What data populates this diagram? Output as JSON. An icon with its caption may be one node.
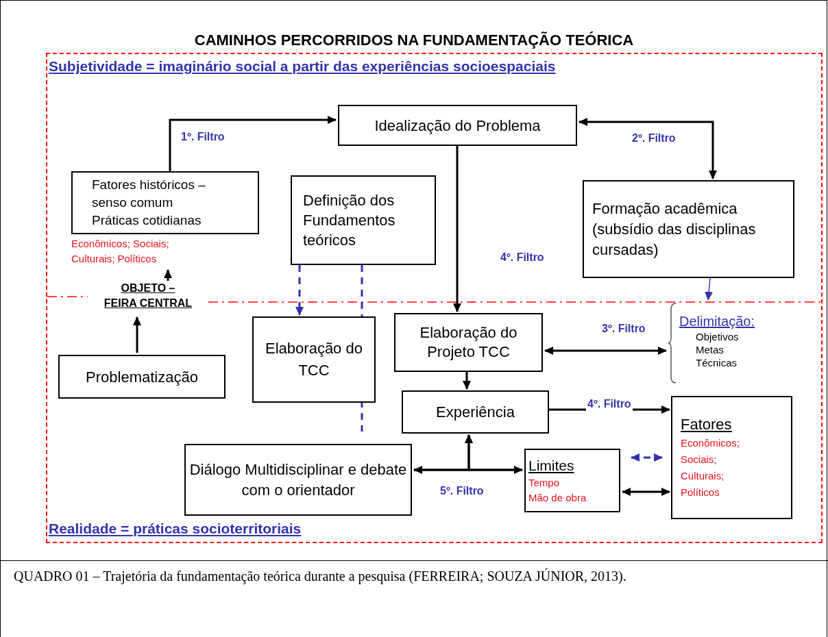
{
  "diagram": {
    "title": "CAMINHOS PERCORRIDOS NA FUNDAMENTAÇÃO TEÓRICA",
    "caption": "QUADRO 01 – Trajetória da fundamentação teórica durante a pesquisa (FERREIRA; SOUZA JÚNIOR, 2013).",
    "nodes": [
      {
        "text": [
          "Subjetividade = imaginário social a partir das experiências socioespaciais",
          "Realidade = práticas socioterritoriais"
        ]
      },
      {
        "text": [
          "Idealização do Problema"
        ],
        "in": 0
      },
      {
        "text": [
          "Fatores históricos – senso comum",
          "Práticas cotidianas"
        ],
        "in": 0
      },
      {
        "text": [
          "Econômicos; Sociais; Culturais; Políticos"
        ],
        "in": 0
      },
      {
        "text": [
          "Definição dos Fundamentos teóricos"
        ],
        "in": 0
      },
      {
        "text": [
          "Formação acadêmica (subsídio das disciplinas cursadas)"
        ],
        "in": 0
      },
      {
        "text": [
          "OBJETO –",
          "FEIRA CENTRAL"
        ],
        "in": 0
      },
      {
        "text": [
          "Problematização"
        ],
        "in": 0
      },
      {
        "text": [
          "Elaboração do TCC"
        ],
        "in": 0
      },
      {
        "text": [
          "Elaboração do Projeto TCC"
        ],
        "in": 0
      },
      {
        "text": [
          "Delimitação:",
          "Objetivos",
          "Metas",
          "Técnicas"
        ],
        "in": 0
      },
      {
        "text": [
          "Experiência"
        ],
        "in": 0
      },
      {
        "text": [
          "Diálogo Multidisciplinar e debate com o orientador"
        ],
        "in": 0
      },
      {
        "text": [
          "Limites",
          "Tempo",
          "Mão de obra"
        ],
        "in": 0
      },
      {
        "text": [
          "Fatores",
          "Econômicos;",
          "Sociais;",
          "Culturais;",
          "Políticos"
        ],
        "in": 0
      }
    ],
    "edges": [
      {
        "from": 2,
        "to": 1,
        "arrow": "to",
        "label": "1º. Filtro"
      },
      {
        "from": 1,
        "to": 5,
        "arrow": "both",
        "label": "2º. Filtro"
      },
      {
        "from": 1,
        "to": 9,
        "arrow": "to"
      },
      {
        "from": 5,
        "to": 10,
        "arrow": "to",
        "color": "#3333aa"
      },
      {
        "from": 6,
        "to": 3,
        "arrow": "to"
      },
      {
        "from": 7,
        "to": 6,
        "arrow": "to"
      },
      {
        "from": 4,
        "to": 8,
        "arrow": "to",
        "style": "dashed",
        "color": "#3333aa"
      },
      {
        "from": 4,
        "to": null,
        "arrow": "none",
        "style": "dashed",
        "color": "#3333aa"
      },
      {
        "from": 9,
        "to": 10,
        "arrow": "both"
      },
      {
        "from": 9,
        "to": 11,
        "arrow": "to"
      },
      {
        "from": 11,
        "to": 14,
        "arrow": "to",
        "label": "4º. Filtro"
      },
      {
        "from": 12,
        "to": 13,
        "arrow": "both",
        "label": "5º. Filtro"
      },
      {
        "from": 12,
        "to": 11,
        "arrow": "to"
      },
      {
        "from": 13,
        "to": 11,
        "arrow": "to"
      },
      {
        "from": 13,
        "to": 14,
        "arrow": "both",
        "style": "dashed",
        "color": "#3333aa"
      },
      {
        "from": 13,
        "to": 14,
        "arrow": "both"
      }
    ],
    "labels": [
      "4º. Filtro",
      "3º. Filtro"
    ]
  }
}
